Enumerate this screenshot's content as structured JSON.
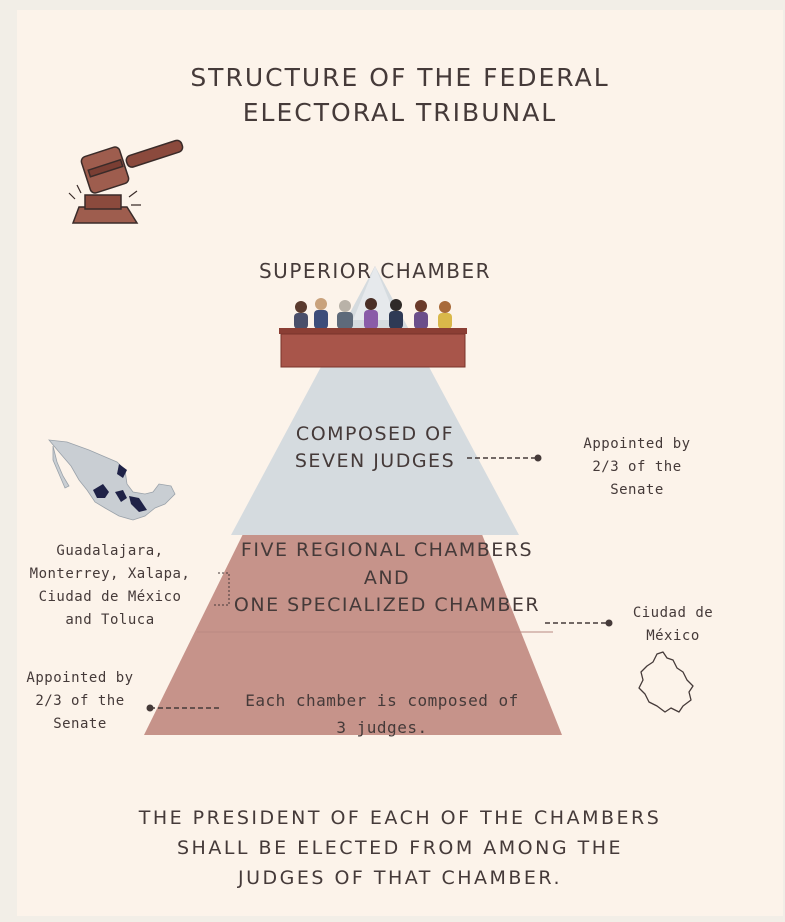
{
  "title": {
    "line1": "STRUCTURE OF THE FEDERAL",
    "line2": "ELECTORAL TRIBUNAL"
  },
  "superior": {
    "heading": "SUPERIOR CHAMBER",
    "composition_line1": "COMPOSED OF",
    "composition_line2": "SEVEN JUDGES",
    "appointment_line1": "Appointed by",
    "appointment_line2": "2/3 of the",
    "appointment_line3": "Senate"
  },
  "regional": {
    "line1": "FIVE REGIONAL CHAMBERS",
    "line2": "AND",
    "line3": "ONE SPECIALIZED CHAMBER",
    "cities_line1": "Guadalajara,",
    "cities_line2": "Monterrey, Xalapa,",
    "cities_line3": "Ciudad de México",
    "cities_line4": "and Toluca",
    "specialized_line1": "Ciudad de",
    "specialized_line2": "México",
    "judges_line1": "Each chamber is composed of",
    "judges_line2": "3 judges.",
    "appointment_line1": "Appointed by",
    "appointment_line2": "2/3 of the",
    "appointment_line3": "Senate"
  },
  "footer": {
    "line1": "THE PRESIDENT OF EACH OF THE CHAMBERS",
    "line2": "SHALL BE ELECTED FROM AMONG THE",
    "line3": "JUDGES OF THAT CHAMBER."
  },
  "colors": {
    "background": "#fcf3ea",
    "upper_tier": "#d5dbdf",
    "lower_tier": "#c6938a",
    "text": "#453a39",
    "bench": "#a8554a"
  },
  "icons": [
    "gavel-icon",
    "judges-bench-icon",
    "mexico-map-icon",
    "mexico-city-map-icon"
  ]
}
